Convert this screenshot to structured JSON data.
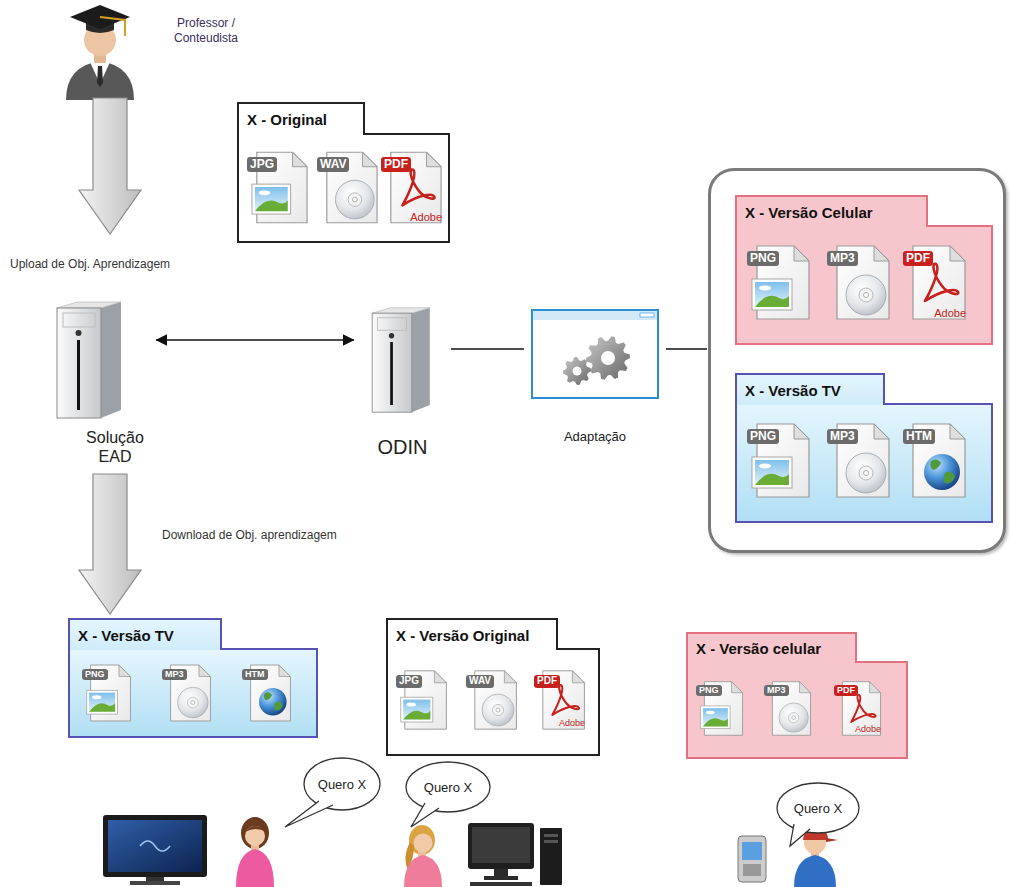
{
  "diagram": {
    "nodes": [
      {
        "text": [
          "X - Original",
          "JPG",
          "WAV",
          "PDF",
          "Adobe"
        ]
      },
      {
        "text": [
          "Solução EAD"
        ]
      },
      {
        "text": [
          "ODIN"
        ]
      },
      {
        "text": [
          "Adaptação"
        ]
      },
      {
        "text": []
      },
      {
        "text": [
          "X - Versão Celular",
          "PNG",
          "MP3",
          "PDF",
          "Adobe"
        ],
        "in": 4
      },
      {
        "text": [
          "X - Versão TV",
          "PNG",
          "MP3",
          "HTM"
        ],
        "in": 4
      },
      {
        "text": [
          "X - Versão TV",
          "PNG",
          "MP3",
          "HTM"
        ]
      },
      {
        "text": [
          "X - Versão Original",
          "JPG",
          "WAV",
          "PDF",
          "Adobe"
        ]
      },
      {
        "text": [
          "X - Versão celular",
          "PNG",
          "MP3",
          "PDF",
          "Adobe"
        ]
      },
      {
        "text": [
          "Quero X"
        ]
      },
      {
        "text": [
          "Quero X"
        ]
      },
      {
        "text": [
          "Quero X"
        ]
      }
    ],
    "edges": [
      {
        "from": 1,
        "to": 2,
        "arrow": "both"
      },
      {
        "from": 2,
        "to": 3,
        "arrow": "none"
      },
      {
        "from": 3,
        "to": 4,
        "arrow": "none"
      },
      {
        "from": 1,
        "to": 7,
        "arrow": "to",
        "label": "Download de Obj. aprendizagem"
      }
    ],
    "labels": [
      "Professor / Conteudista",
      "Upload de Obj. Aprendizagem"
    ]
  }
}
